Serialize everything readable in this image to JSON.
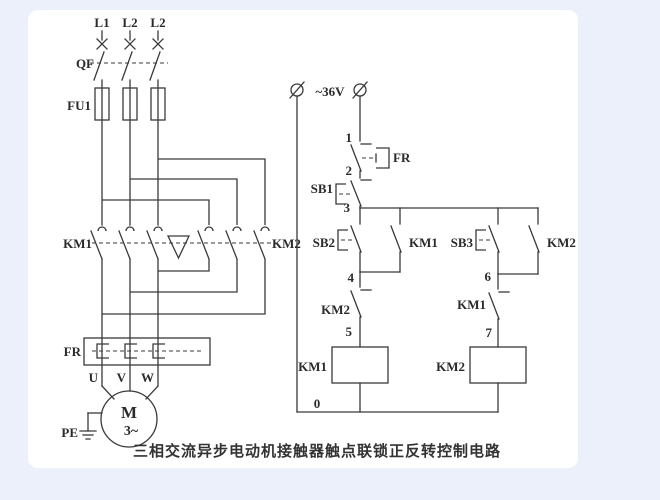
{
  "caption": "三相交流异步电动机接触器触点联锁正反转控制电路",
  "colors": {
    "background": "#ecf0fa",
    "panel": "#ffffff",
    "line": "#3a3a3a",
    "text": "#2b2b2b"
  },
  "power": {
    "phase1": "L1",
    "phase2": "L2",
    "phase3": "L2",
    "breaker": "QF",
    "fuse": "FU1"
  },
  "main": {
    "km1": "KM1",
    "km2": "KM2",
    "thermal_relay": "FR",
    "terminal_u": "U",
    "terminal_v": "V",
    "terminal_w": "W",
    "motor_letter": "M",
    "motor_phase": "3~",
    "pe": "PE"
  },
  "control": {
    "voltage": "~36V",
    "node1": "1",
    "node2": "2",
    "node3": "3",
    "node4": "4",
    "node5": "5",
    "node6": "6",
    "node7": "7",
    "node0": "0",
    "fr_contact": "FR",
    "stop_button": "SB1",
    "forward_button": "SB2",
    "reverse_button": "SB3",
    "forward_aux": "KM1",
    "reverse_aux": "KM2",
    "forward_interlock": "KM2",
    "reverse_interlock": "KM1",
    "forward_coil": "KM1",
    "reverse_coil": "KM2"
  }
}
